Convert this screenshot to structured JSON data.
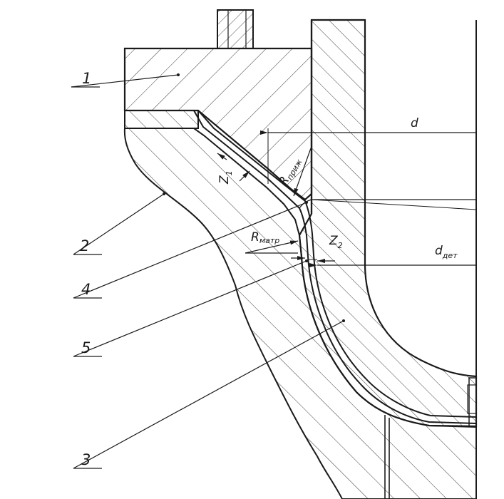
{
  "diagram": {
    "part_labels": {
      "p1": "1",
      "p2": "2",
      "p3": "3",
      "p4": "4",
      "p5": "5"
    },
    "dimensions": {
      "d": {
        "main": "d",
        "sub": ""
      },
      "d_det": {
        "main": "d",
        "sub": "дет"
      },
      "z1": {
        "main": "Z",
        "sub": "1"
      },
      "z2": {
        "main": "Z",
        "sub": "2"
      },
      "r_prizh": {
        "main": "R",
        "sub": "приж"
      },
      "r_matr": {
        "main": "R",
        "sub": "матр"
      }
    },
    "colors": {
      "line": "#1a1a1a",
      "hatch": "#3a3a3a",
      "paper": "#ffffff"
    }
  }
}
